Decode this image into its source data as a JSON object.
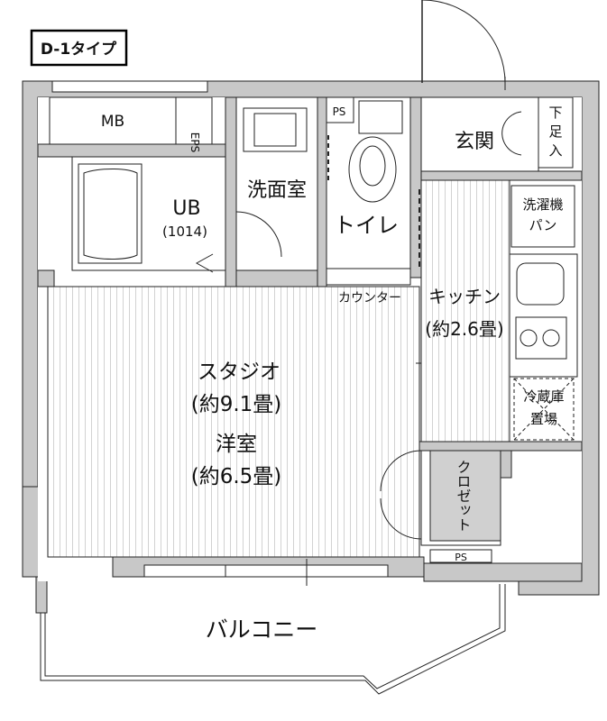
{
  "plan_type": "D-1タイプ",
  "rooms": {
    "mb": "MB",
    "eps": "EPS",
    "ps_top": "PS",
    "genkan": "玄関",
    "geta_1": "下",
    "geta_2": "足",
    "geta_3": "入",
    "ub": "UB",
    "ub_size": "(1014)",
    "senmen": "洗面室",
    "toilet": "トイレ",
    "sentakuki_1": "洗濯機",
    "sentakuki_2": "パン",
    "counter": "カウンター",
    "kitchen": "キッチン",
    "kitchen_size": "(約2.6畳)",
    "studio": "スタジオ",
    "studio_size": "(約9.1畳)",
    "yoshitsu": "洋室",
    "yoshitsu_size": "(約6.5畳)",
    "reizouko_1": "冷蔵庫",
    "reizouko_2": "置場",
    "closet": "クロゼット",
    "ps_bottom": "PS",
    "balcony": "バルコニー"
  },
  "colors": {
    "wall": "#c8c8c8",
    "line": "#222222",
    "floor_stripe": "#d4d4d4"
  }
}
